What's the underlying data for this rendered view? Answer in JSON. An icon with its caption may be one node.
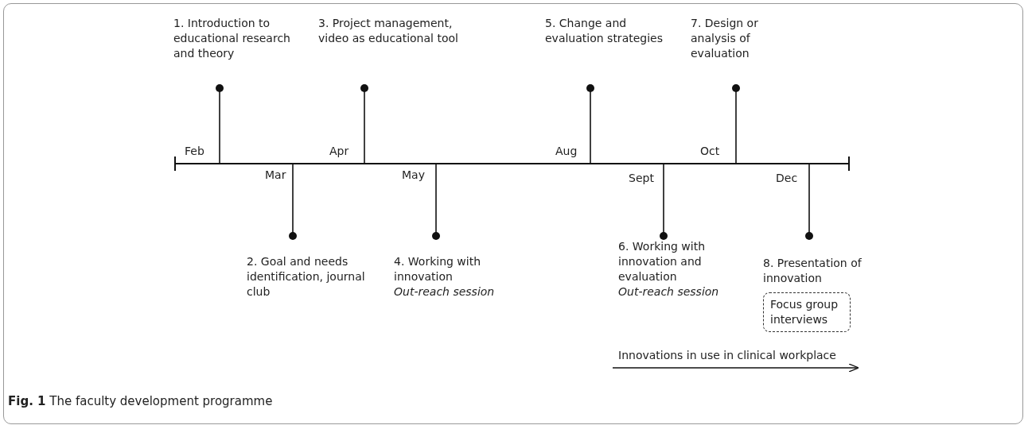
{
  "diagram": {
    "caption": "**Fig. 1** The faculty development programme",
    "nodes": [
      {
        "text": [
          "1. Introduction to educational research and theory"
        ]
      },
      {
        "text": [
          "3. Project management, video as educational tool"
        ]
      },
      {
        "text": [
          "5. Change and evaluation strategies"
        ]
      },
      {
        "text": [
          "7. Design or analysis of evaluation"
        ]
      },
      {
        "text": [],
        "shape": "bar"
      },
      {
        "text": [
          "2. Goal and needs identification, journal club"
        ]
      },
      {
        "text": [
          "4. Working with innovation",
          "Out-reach session"
        ]
      },
      {
        "text": [
          "6. Working with innovation and evaluation",
          "Out-reach session"
        ]
      },
      {
        "text": [
          "8. Presentation of innovation"
        ]
      },
      {
        "text": [
          "Focus group interviews"
        ]
      }
    ],
    "edges": [
      {
        "from": 0,
        "to": 4,
        "arrow": "other"
      },
      {
        "from": 1,
        "to": 4,
        "arrow": "other"
      },
      {
        "from": 2,
        "to": 4,
        "arrow": "other"
      },
      {
        "from": 3,
        "to": 4,
        "arrow": "other"
      },
      {
        "from": 5,
        "to": 4,
        "arrow": "other"
      },
      {
        "from": 6,
        "to": 4,
        "arrow": "other"
      },
      {
        "from": 7,
        "to": 4,
        "arrow": "other"
      },
      {
        "from": 8,
        "to": 4,
        "arrow": "other"
      }
    ],
    "labels": [
      "Feb",
      "Apr",
      "Aug",
      "Oct",
      "Mar",
      "May",
      "Sept",
      "Dec",
      "Innovations in use in clinical workplace"
    ]
  }
}
